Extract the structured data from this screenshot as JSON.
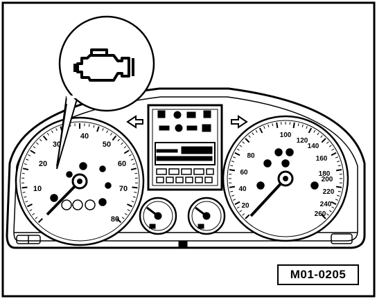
{
  "figure": {
    "reference_code": "M01-0205",
    "callout_icon": "check-engine-icon",
    "colors": {
      "ink": "#000000",
      "paper": "#ffffff"
    }
  },
  "speedometer": {
    "tick_labels": [
      "10",
      "20",
      "30",
      "40",
      "50",
      "60",
      "70",
      "80"
    ]
  },
  "tachometer": {
    "tick_labels": [
      "20",
      "40",
      "60",
      "80",
      "100",
      "120",
      "140",
      "160",
      "180",
      "200",
      "220",
      "240",
      "260"
    ]
  }
}
